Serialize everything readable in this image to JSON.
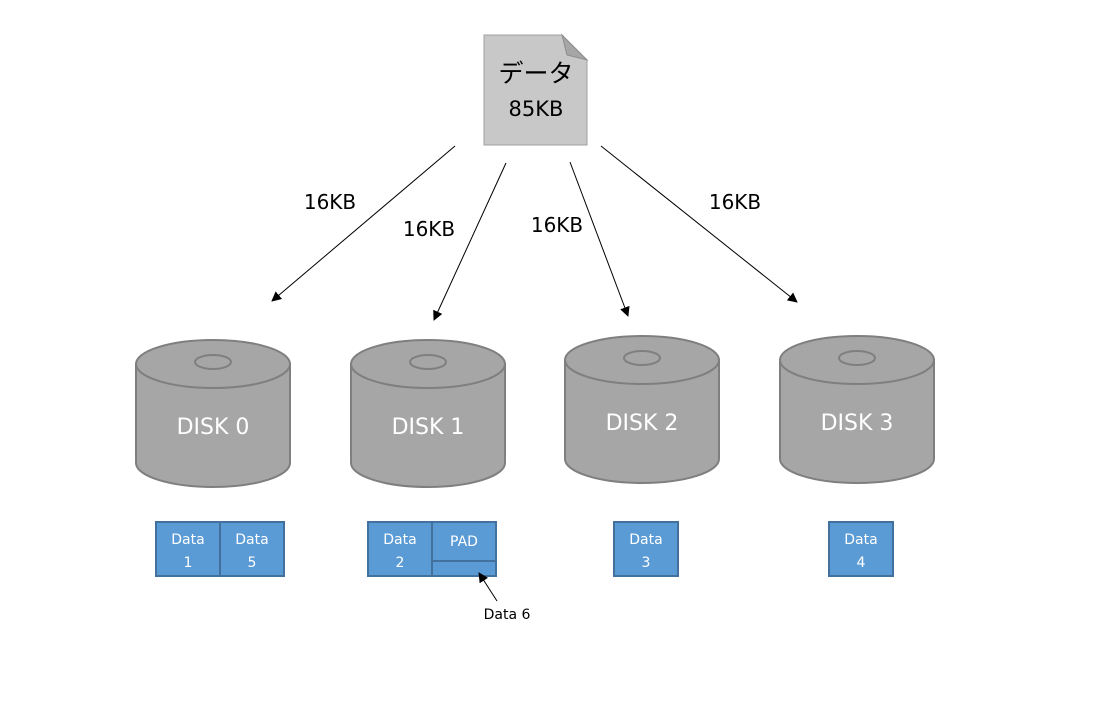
{
  "source": {
    "title": "データ",
    "size": "85KB",
    "icon": "document-icon",
    "fill": "#c8c8c8",
    "fold_fill": "#a6a6a6"
  },
  "arrows": [
    {
      "label": "16KB",
      "target": "DISK 0"
    },
    {
      "label": "16KB",
      "target": "DISK 1"
    },
    {
      "label": "16KB",
      "target": "DISK 2"
    },
    {
      "label": "16KB",
      "target": "DISK 3"
    }
  ],
  "disks": [
    {
      "label": "DISK 0"
    },
    {
      "label": "DISK 1"
    },
    {
      "label": "DISK 2"
    },
    {
      "label": "DISK 3"
    }
  ],
  "disk_style": {
    "fill": "#a6a6a6",
    "stroke": "#7f7f7f",
    "text": "#ffffff"
  },
  "blocks": {
    "fill": "#5b9bd5",
    "stroke": "#41719c",
    "text": "#ffffff",
    "disk0": [
      {
        "line1": "Data",
        "line2": "1"
      },
      {
        "line1": "Data",
        "line2": "5"
      }
    ],
    "disk1": [
      {
        "line1": "Data",
        "line2": "2"
      },
      {
        "line1": "PAD",
        "line2": ""
      }
    ],
    "disk2": [
      {
        "line1": "Data",
        "line2": "3"
      }
    ],
    "disk3": [
      {
        "line1": "Data",
        "line2": "4"
      }
    ]
  },
  "callout": {
    "label": "Data 6"
  }
}
